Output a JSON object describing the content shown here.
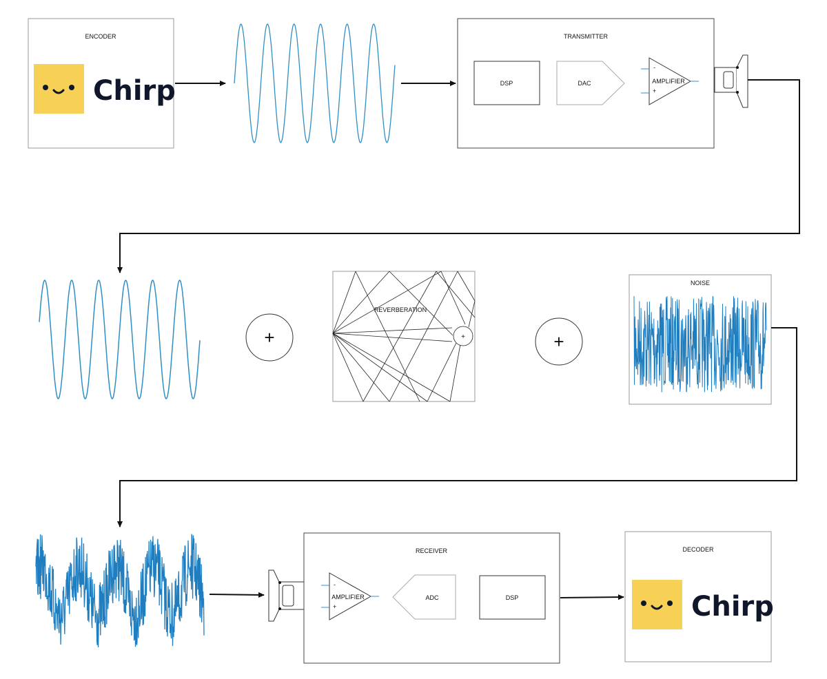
{
  "encoder": {
    "title": "ENCODER",
    "logo_text": "Chirp",
    "logo_color": "#f7d155"
  },
  "transmitter": {
    "title": "TRANSMITTER",
    "dsp": "DSP",
    "dac": "DAC",
    "amplifier": "AMPLIFIER",
    "minus": "-",
    "plus": "+"
  },
  "channel": {
    "plus_symbol": "+",
    "reverberation": "REVERBERATION",
    "sum_symbol": "+",
    "noise": "NOISE"
  },
  "receiver": {
    "title": "RECEIVER",
    "amplifier": "AMPLIFIER",
    "adc": "ADC",
    "dsp": "DSP",
    "minus": "-",
    "plus": "+"
  },
  "decoder": {
    "title": "DECODER",
    "logo_text": "Chirp",
    "logo_color": "#f7d155"
  },
  "colors": {
    "signal": "#2f8fc4",
    "noise": "#1f7ec0",
    "line": "#111111",
    "box_border": "#999999"
  },
  "icons": [
    "chirp-logo-icon",
    "speaker-icon",
    "microphone-icon",
    "amplifier-icon",
    "plus-icon",
    "arrow-icon"
  ]
}
